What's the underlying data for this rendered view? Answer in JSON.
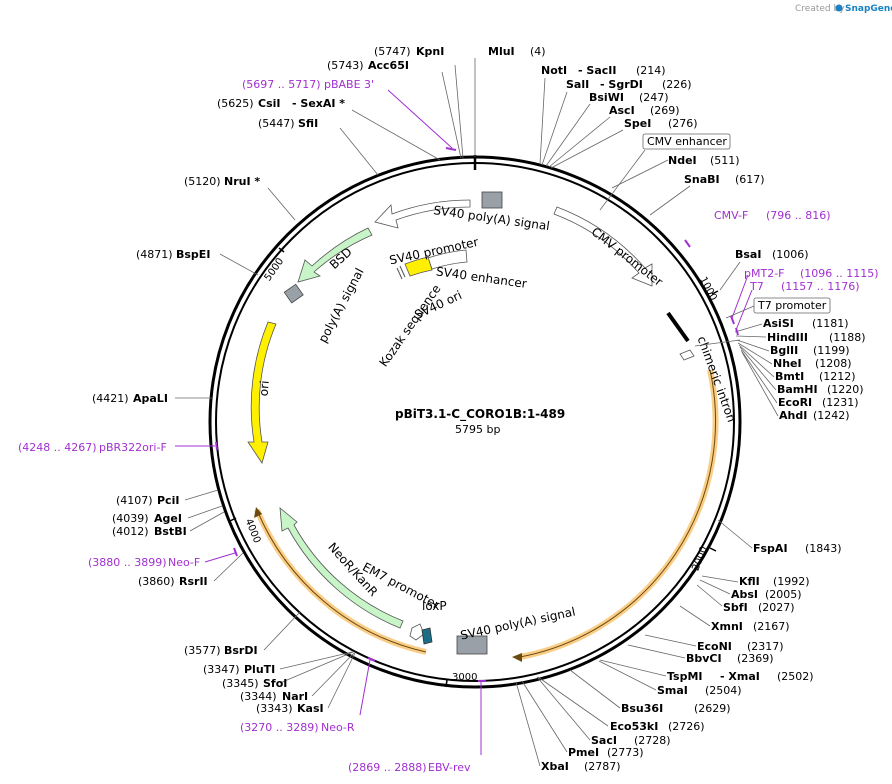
{
  "watermark": {
    "created_by": "Created by",
    "brand": "SnapGene"
  },
  "map": {
    "name": "pBiT3.1-C_CORO1B:1-489",
    "length": "5795 bp"
  },
  "ticks": [
    "1000",
    "2000",
    "3000",
    "4000",
    "5000"
  ],
  "features": [
    {
      "id": "sv40polyA_top",
      "label": "SV40 poly(A) signal"
    },
    {
      "id": "cmv_promoter",
      "label": "CMV promoter"
    },
    {
      "id": "sv40_promoter",
      "label": "SV40 promoter"
    },
    {
      "id": "sv40_enhancer",
      "label": "SV40 enhancer"
    },
    {
      "id": "sv40_ori",
      "label": "SV40 ori"
    },
    {
      "id": "kozak",
      "label": "Kozak sequence"
    },
    {
      "id": "bsd",
      "label": "BSD"
    },
    {
      "id": "polyA",
      "label": "poly(A) signal"
    },
    {
      "id": "ori",
      "label": "ori"
    },
    {
      "id": "chimeric",
      "label": "chimeric intron"
    },
    {
      "id": "neo",
      "label": "NeoR/KanR"
    },
    {
      "id": "em7",
      "label": "EM7 promoter"
    },
    {
      "id": "loxp",
      "label": "loxP"
    },
    {
      "id": "sv40polyA_bot",
      "label": "SV40 poly(A) signal"
    }
  ],
  "boxed_labels": [
    {
      "id": "cmv_enh",
      "label": "CMV enhancer"
    },
    {
      "id": "t7_prom",
      "label": "T7 promoter"
    }
  ],
  "sites": [
    {
      "id": "mlui",
      "name": "MluI",
      "pos": "(4)"
    },
    {
      "id": "kpni",
      "name": "KpnI",
      "pos": "(5747)"
    },
    {
      "id": "acc65i",
      "name": "Acc65I",
      "pos": "(5743)"
    },
    {
      "id": "csii",
      "name": "CsiI",
      "pos": "(5625)"
    },
    {
      "id": "sexai",
      "name": "- SexAI *",
      "pos": ""
    },
    {
      "id": "sfii",
      "name": "SfiI",
      "pos": "(5447)"
    },
    {
      "id": "nrui",
      "name": "NruI *",
      "pos": "(5120)"
    },
    {
      "id": "bspei",
      "name": "BspEI",
      "pos": "(4871)"
    },
    {
      "id": "apali",
      "name": "ApaLI",
      "pos": "(4421)"
    },
    {
      "id": "pcii",
      "name": "PciI",
      "pos": "(4107)"
    },
    {
      "id": "agei",
      "name": "AgeI",
      "pos": "(4039)"
    },
    {
      "id": "bstbi",
      "name": "BstBI",
      "pos": "(4012)"
    },
    {
      "id": "rsrii",
      "name": "RsrII",
      "pos": "(3860)"
    },
    {
      "id": "bsrdi",
      "name": "BsrDI",
      "pos": "(3577)"
    },
    {
      "id": "pluti",
      "name": "PluTI",
      "pos": "(3347)"
    },
    {
      "id": "sfoi",
      "name": "SfoI",
      "pos": "(3345)"
    },
    {
      "id": "nari",
      "name": "NarI",
      "pos": "(3344)"
    },
    {
      "id": "kasi",
      "name": "KasI",
      "pos": "(3343)"
    },
    {
      "id": "noti",
      "name": "NotI",
      "pos": ""
    },
    {
      "id": "sacii",
      "name": "- SacII",
      "pos": "(214)"
    },
    {
      "id": "sali",
      "name": "SalI",
      "pos": ""
    },
    {
      "id": "sgrdi",
      "name": "- SgrDI",
      "pos": "(226)"
    },
    {
      "id": "bsiwi",
      "name": "BsiWI",
      "pos": "(247)"
    },
    {
      "id": "asci",
      "name": "AscI",
      "pos": "(269)"
    },
    {
      "id": "spei",
      "name": "SpeI",
      "pos": "(276)"
    },
    {
      "id": "ndei",
      "name": "NdeI",
      "pos": "(511)"
    },
    {
      "id": "snabi",
      "name": "SnaBI",
      "pos": "(617)"
    },
    {
      "id": "bsai",
      "name": "BsaI",
      "pos": "(1006)"
    },
    {
      "id": "asisi",
      "name": "AsiSI",
      "pos": "(1181)"
    },
    {
      "id": "hindiii",
      "name": "HindIII",
      "pos": "(1188)"
    },
    {
      "id": "bglii",
      "name": "BglII",
      "pos": "(1199)"
    },
    {
      "id": "nhei",
      "name": "NheI",
      "pos": "(1208)"
    },
    {
      "id": "bmti",
      "name": "BmtI",
      "pos": "(1212)"
    },
    {
      "id": "bamhi",
      "name": "BamHI",
      "pos": "(1220)"
    },
    {
      "id": "ecori",
      "name": "EcoRI",
      "pos": "(1231)"
    },
    {
      "id": "ahdi",
      "name": "AhdI",
      "pos": "(1242)"
    },
    {
      "id": "fspai",
      "name": "FspAI",
      "pos": "(1843)"
    },
    {
      "id": "kfli",
      "name": "KflI",
      "pos": "(1992)"
    },
    {
      "id": "absi",
      "name": "AbsI",
      "pos": "(2005)"
    },
    {
      "id": "sbfi",
      "name": "SbfI",
      "pos": "(2027)"
    },
    {
      "id": "xmni",
      "name": "XmnI",
      "pos": "(2167)"
    },
    {
      "id": "econi",
      "name": "EcoNI",
      "pos": "(2317)"
    },
    {
      "id": "bbvci",
      "name": "BbvCI",
      "pos": "(2369)"
    },
    {
      "id": "tspmi",
      "name": "TspMI",
      "pos": ""
    },
    {
      "id": "xmai",
      "name": "- XmaI",
      "pos": "(2502)"
    },
    {
      "id": "smai",
      "name": "SmaI",
      "pos": "(2504)"
    },
    {
      "id": "bsu36i",
      "name": "Bsu36I",
      "pos": "(2629)"
    },
    {
      "id": "eco53ki",
      "name": "Eco53kI",
      "pos": "(2726)"
    },
    {
      "id": "saci",
      "name": "SacI",
      "pos": "(2728)"
    },
    {
      "id": "pmei",
      "name": "PmeI",
      "pos": "(2773)"
    },
    {
      "id": "xbai",
      "name": "XbaI",
      "pos": "(2787)"
    }
  ],
  "primers": [
    {
      "id": "pbabe3",
      "range": "(5697 .. 5717)",
      "name": "pBABE 3'"
    },
    {
      "id": "cmvf",
      "range": "(796 .. 816)",
      "name": "CMV-F"
    },
    {
      "id": "pmt2f",
      "range": "(1096 .. 1115)",
      "name": "pMT2-F"
    },
    {
      "id": "t7",
      "range": "(1157 .. 1176)",
      "name": "T7"
    },
    {
      "id": "pbr322",
      "range": "(4248 .. 4267)",
      "name": "pBR322ori-F"
    },
    {
      "id": "neof",
      "range": "(3880 .. 3899)",
      "name": "Neo-F"
    },
    {
      "id": "neor",
      "range": "(3270 .. 3289)",
      "name": "Neo-R"
    },
    {
      "id": "ebvrev",
      "range": "(2869 .. 2888)",
      "name": "EBV-rev"
    }
  ]
}
